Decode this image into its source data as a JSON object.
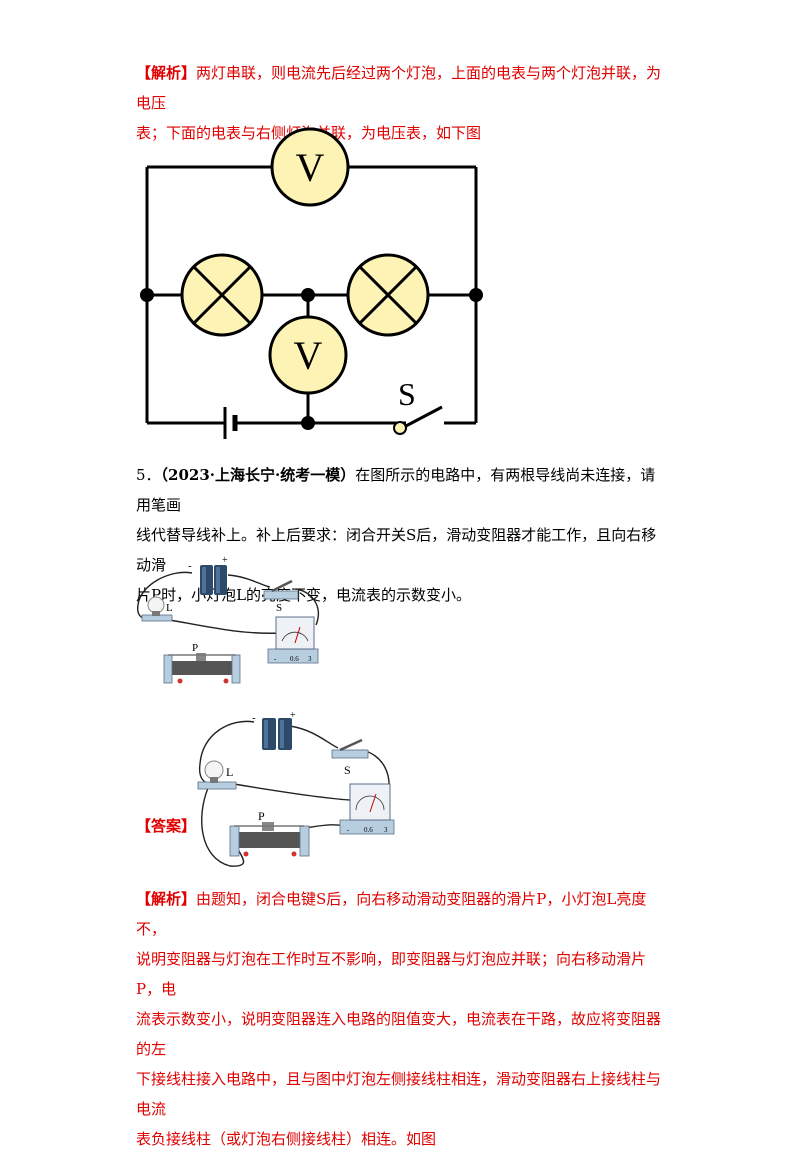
{
  "analysis1": {
    "tag": "【解析】",
    "line1": "两灯串联，则电流先后经过两个灯泡，上面的电表与两个灯泡并联，为电压",
    "line2": "表；下面的电表与右侧灯泡并联，为电压表，如下图"
  },
  "circuit1": {
    "meter_top": "V",
    "meter_bottom": "V",
    "switch_label": "S"
  },
  "question5": {
    "number": "5．",
    "source": "（2023·上海长宁·统考一模）",
    "line1": "在图所示的电路中，有两根导线尚未连接，请用笔画",
    "line2": "线代替导线补上。补上后要求：闭合开关S后，滑动变阻器才能工作，且向右移动滑",
    "line3": "片P时，小灯泡L的亮度不变，电流表的示数变小。"
  },
  "figure_q": {
    "minus": "-",
    "plus": "+",
    "lamp_label": "L",
    "switch_label": "S",
    "rheostat_label": "P",
    "ammeter_terminals": [
      "-",
      "0.6",
      "3"
    ]
  },
  "answer": {
    "tag": "【答案】"
  },
  "figure_a": {
    "minus": "-",
    "plus": "+",
    "lamp_label": "L",
    "switch_label": "S",
    "rheostat_label": "P",
    "ammeter_terminals": [
      "-",
      "0.6",
      "3"
    ]
  },
  "analysis2": {
    "tag": "【解析】",
    "line1": "由题知，闭合电键S后，向右移动滑动变阻器的滑片P，小灯泡L亮度不，",
    "line2": "说明变阻器与灯泡在工作时互不影响，即变阻器与灯泡应并联；向右移动滑片P，电",
    "line3": "流表示数变小，说明变阻器连入电路的阻值变大，电流表在干路，故应将变阻器的左",
    "line4": "下接线柱接入电路中，且与图中灯泡左侧接线柱相连，滑动变阻器右上接线柱与电流",
    "line5": "表负接线柱（或灯泡右侧接线柱）相连。如图"
  },
  "colors": {
    "red": "#e00000",
    "bulb_fill": "#fdf3b4",
    "battery": "#2d4a6a",
    "base": "#b7cde0"
  }
}
